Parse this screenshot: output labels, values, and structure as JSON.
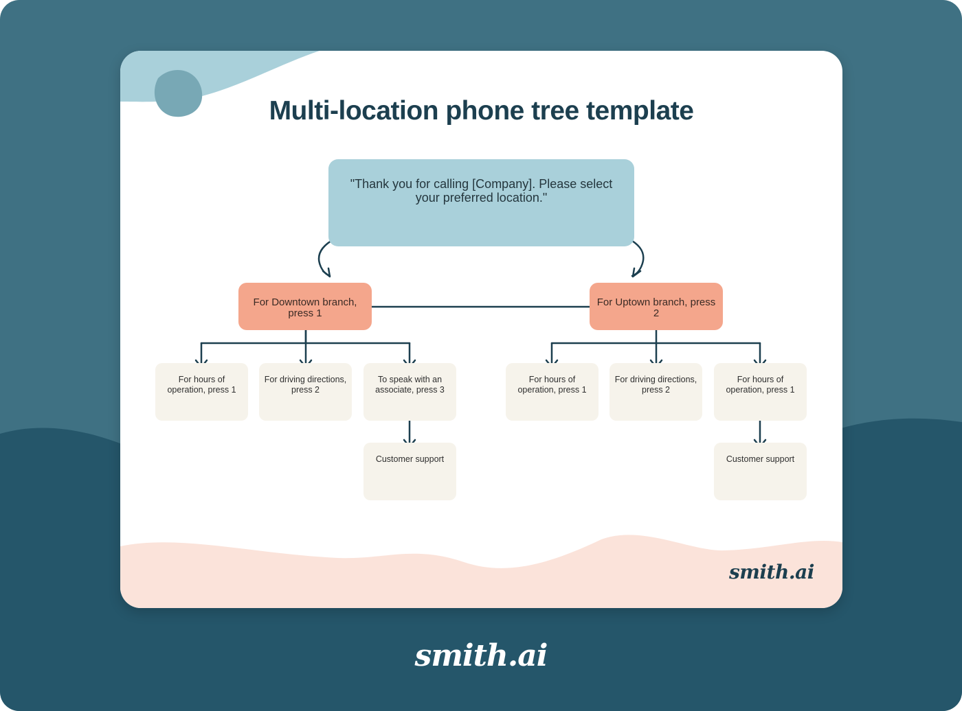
{
  "title": "Multi-location phone tree template",
  "prompt": "\"Thank you for calling [Company]. Please select your preferred location.\"",
  "branches": [
    {
      "label": "For Downtown branch, press 1",
      "options": [
        "For hours of operation, press 1",
        "For driving directions, press 2",
        "To speak with an associate, press 3"
      ],
      "sub_option": "Customer support"
    },
    {
      "label": "For Uptown branch, press 2",
      "options": [
        "For hours of operation, press 1",
        "For driving directions, press 2",
        "For hours of operation, press 1"
      ],
      "sub_option": "Customer support"
    }
  ],
  "logo_card": "smith.ai",
  "logo_footer": "smith.ai",
  "colors": {
    "background": "#3f7183",
    "background_wave": "#25566a",
    "prompt_box": "#a9d0da",
    "branch_box": "#f4a68c",
    "option_box": "#f6f3eb",
    "connector": "#1c3f4f",
    "card_bottom_wave": "#fbe3da"
  }
}
